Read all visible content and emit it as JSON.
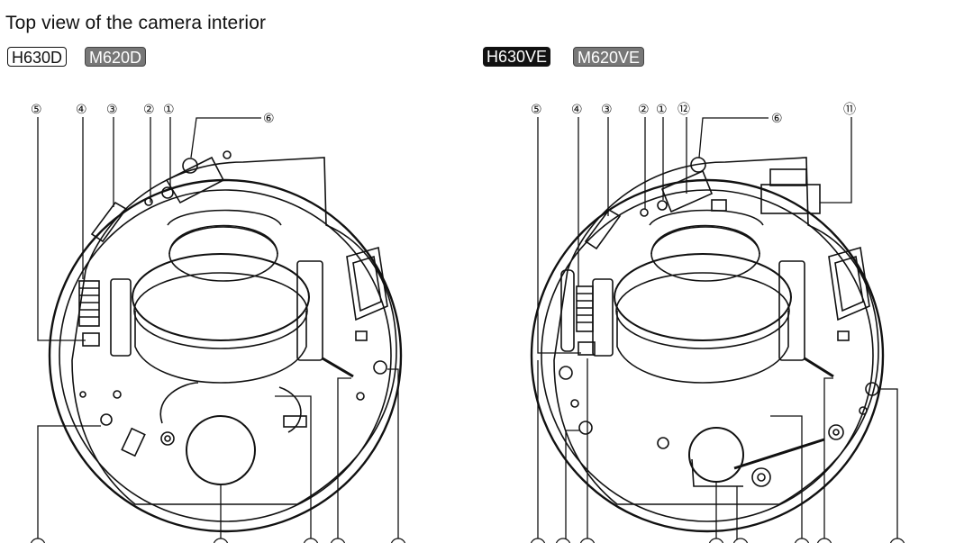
{
  "title": "Top view of the camera interior",
  "models": {
    "left_primary": "H630D",
    "left_secondary": "M620D",
    "right_primary": "H630VE",
    "right_secondary": "M620VE"
  },
  "left_callouts": [
    "⑤",
    "④",
    "③",
    "②",
    "①",
    "⑥"
  ],
  "right_callouts": [
    "⑤",
    "④",
    "③",
    "②",
    "①",
    "⑫",
    "⑥",
    "⑪"
  ],
  "left_bottom_callouts": [
    "",
    "",
    "",
    "",
    "",
    ""
  ],
  "right_bottom_callouts": [
    "",
    "",
    "",
    "",
    "",
    "",
    "",
    "",
    ""
  ]
}
